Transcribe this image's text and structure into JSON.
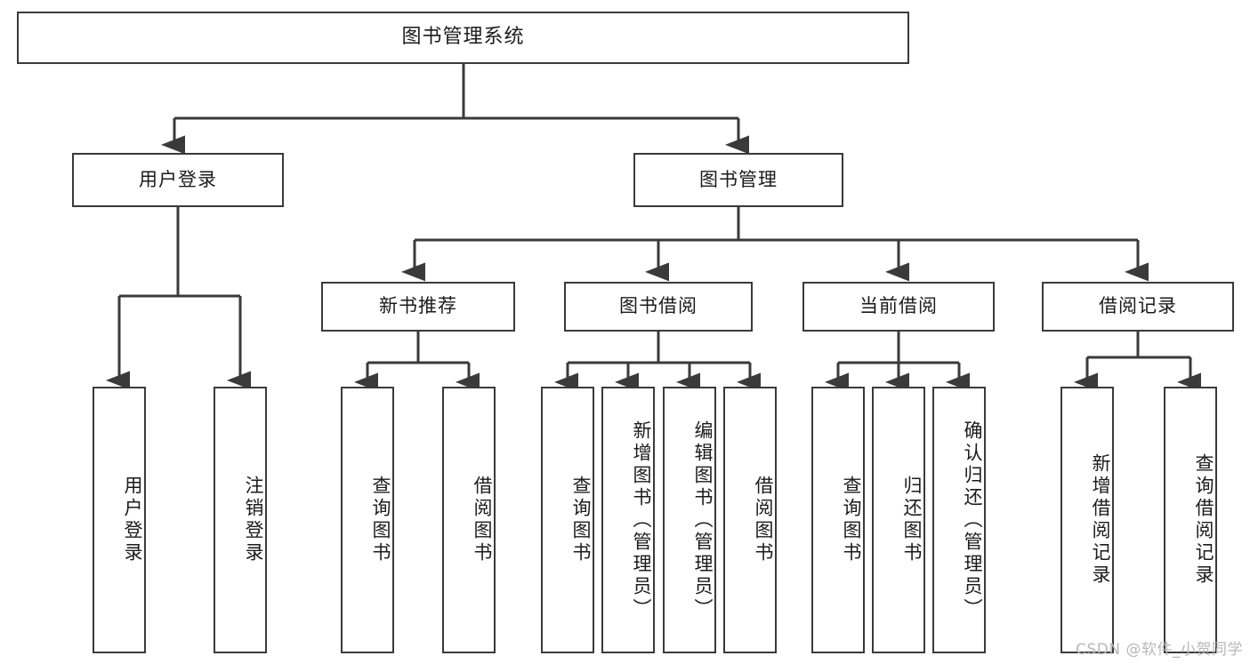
{
  "diagram": {
    "title": "图书管理系统",
    "watermark": "CSDN @软件_小贺同学",
    "line_color": "#3a3a3a",
    "box_fill": "#ffffff",
    "text_color": "#1b1b1b",
    "watermark_color": "#b8b8b8"
  },
  "nodes": {
    "root": {
      "label": "图书管理系统"
    },
    "level2": [
      {
        "label": "用户登录"
      },
      {
        "label": "图书管理"
      }
    ],
    "level3": [
      {
        "label": "新书推荐"
      },
      {
        "label": "图书借阅"
      },
      {
        "label": "当前借阅"
      },
      {
        "label": "借阅记录"
      }
    ],
    "leaves": {
      "user_login": [
        {
          "label": "用户登录"
        },
        {
          "label": "注销登录"
        }
      ],
      "new_book_recommend": [
        {
          "label": "查询图书"
        },
        {
          "label": "借阅图书"
        }
      ],
      "book_borrow": [
        {
          "label": "查询图书"
        },
        {
          "label": "新增图书（管理员）"
        },
        {
          "label": "编辑图书（管理员）"
        },
        {
          "label": "借阅图书"
        }
      ],
      "current_borrow": [
        {
          "label": "查询图书"
        },
        {
          "label": "归还图书"
        },
        {
          "label": "确认归还（管理员）"
        }
      ],
      "borrow_record": [
        {
          "label": "新增借阅记录"
        },
        {
          "label": "查询借阅记录"
        }
      ]
    }
  }
}
